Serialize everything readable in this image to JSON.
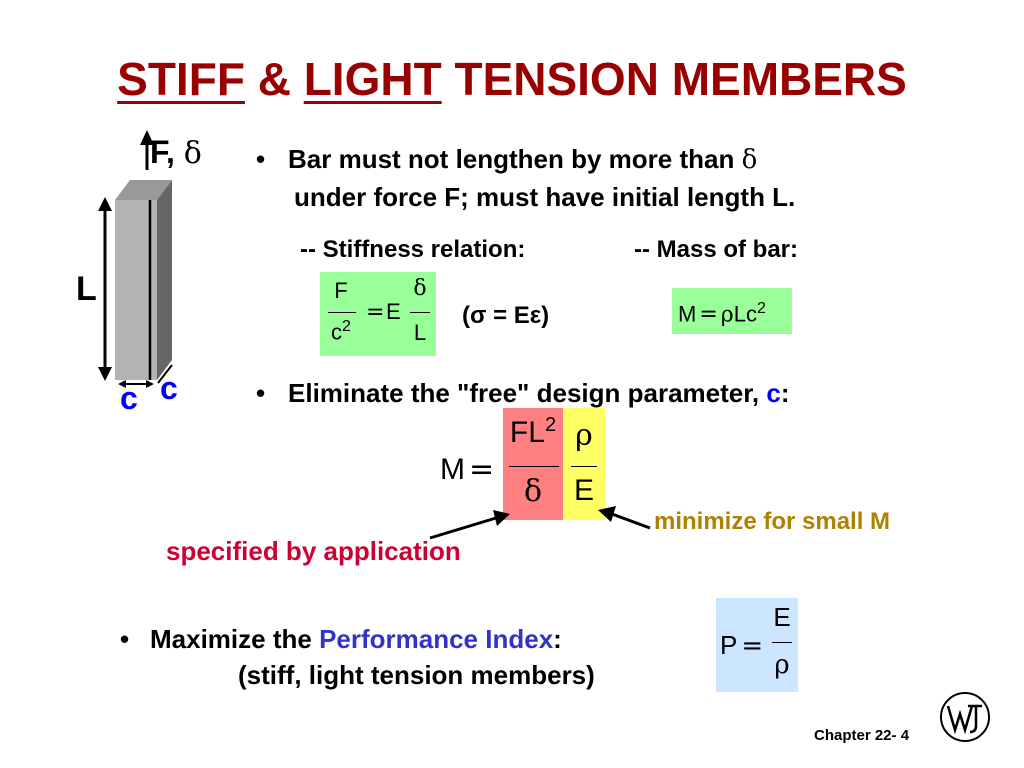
{
  "title": {
    "part1": "STIFF",
    "amp": " & ",
    "part2": "LIGHT",
    "rest": " TENSION MEMBERS"
  },
  "diagram": {
    "force_label": "F,",
    "delta_symbol": "δ",
    "length_label": "L",
    "c_label_bottom": "c",
    "c_label_side": "c",
    "bar_front_color": "#b3b3b3",
    "bar_side_color": "#666666",
    "bar_top_color": "#999999"
  },
  "bullet1": {
    "line1": "Bar must not lengthen by more than",
    "delta": "δ",
    "line2": "under force F; must have initial length L."
  },
  "stiffness": {
    "label": "-- Stiffness relation:",
    "F": "F",
    "c2_base": "c",
    "c2_exp": "2",
    "eq": "=",
    "E": "E",
    "delta": "δ",
    "L": "L",
    "paren": "(σ = Eε)"
  },
  "mass": {
    "label": "-- Mass of bar:",
    "M": "M",
    "eq": "=",
    "rho": "ρ",
    "Lc": "Lc",
    "exp": "2"
  },
  "bullet2": {
    "text": "Eliminate the \"free\" design parameter,",
    "c": "c",
    "colon": ":"
  },
  "formula": {
    "M": "M",
    "eq": "=",
    "FL": "FL",
    "exp": "2",
    "delta": "δ",
    "rho": "ρ",
    "E": "E"
  },
  "annotations": {
    "minimize": "minimize for small M",
    "specified": "specified by application"
  },
  "bullet3": {
    "prefix": "Maximize the",
    "highlight": "Performance Index",
    "colon": ":",
    "sub": "(stiff, light tension members)"
  },
  "performance": {
    "P": "P",
    "eq": "=",
    "E": "E",
    "rho": "ρ"
  },
  "footer": {
    "chapter": "Chapter 22- 4"
  }
}
